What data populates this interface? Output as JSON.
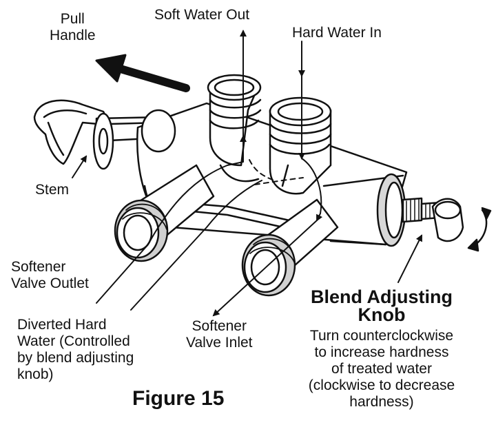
{
  "labels": {
    "pull_handle": [
      "Pull",
      "Handle"
    ],
    "soft_water_out": "Soft Water Out",
    "hard_water_in": "Hard Water In",
    "stem": "Stem",
    "softener_valve_outlet": [
      "Softener",
      "Valve Outlet"
    ],
    "diverted_hard_water": [
      "Diverted Hard",
      "Water (Controlled",
      "by blend adjusting",
      "knob)"
    ],
    "softener_valve_inlet": [
      "Softener",
      "Valve Inlet"
    ],
    "blend_adjusting_knob": [
      "Blend Adjusting",
      "Knob"
    ],
    "blend_instructions": [
      "Turn counterclockwise",
      "to increase hardness",
      "of treated water",
      "(clockwise to decrease",
      "hardness)"
    ]
  },
  "figure_caption": "Figure 15",
  "colors": {
    "line": "#111111",
    "fill": "#ffffff",
    "shade": "#cfcfcf"
  }
}
